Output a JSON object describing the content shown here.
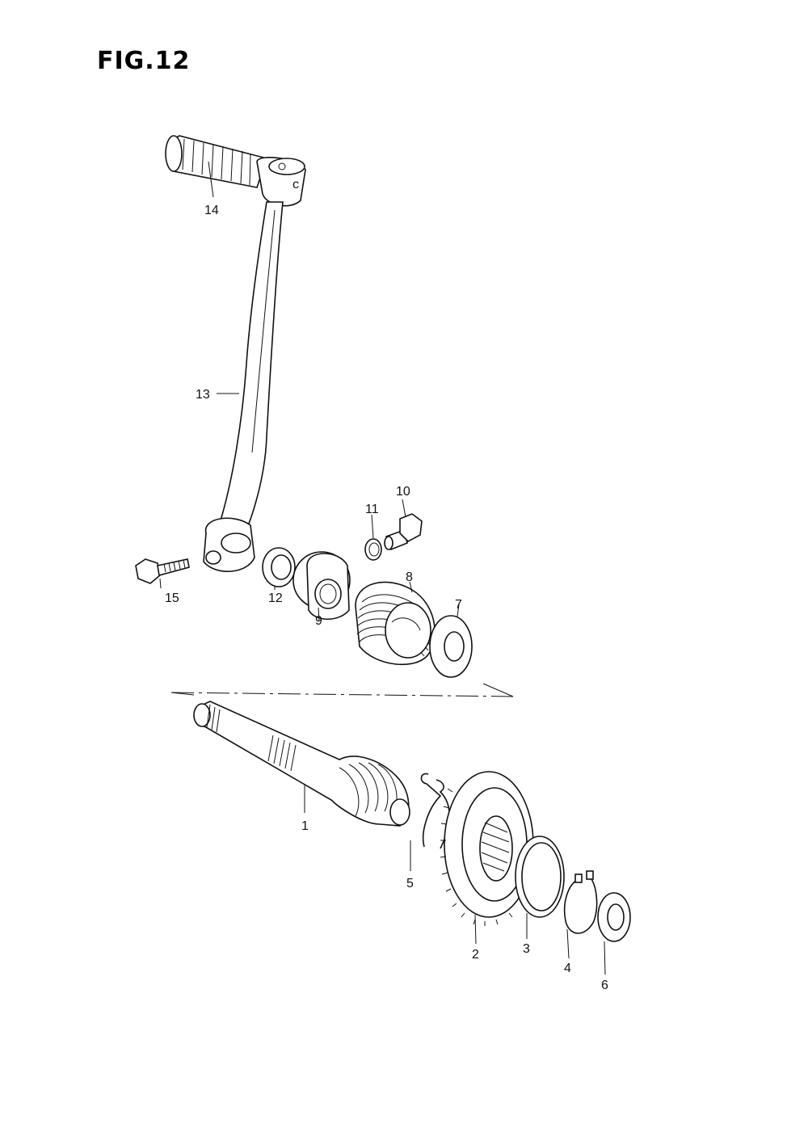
{
  "figure": {
    "title": "FIG.12"
  },
  "callouts": [
    {
      "id": "1",
      "label": "1"
    },
    {
      "id": "2",
      "label": "2"
    },
    {
      "id": "3",
      "label": "3"
    },
    {
      "id": "4",
      "label": "4"
    },
    {
      "id": "5",
      "label": "5"
    },
    {
      "id": "6",
      "label": "6"
    },
    {
      "id": "7",
      "label": "7"
    },
    {
      "id": "8",
      "label": "8"
    },
    {
      "id": "9",
      "label": "9"
    },
    {
      "id": "10",
      "label": "10"
    },
    {
      "id": "11",
      "label": "11"
    },
    {
      "id": "12",
      "label": "12"
    },
    {
      "id": "13",
      "label": "13"
    },
    {
      "id": "14",
      "label": "14"
    },
    {
      "id": "15",
      "label": "15"
    }
  ]
}
